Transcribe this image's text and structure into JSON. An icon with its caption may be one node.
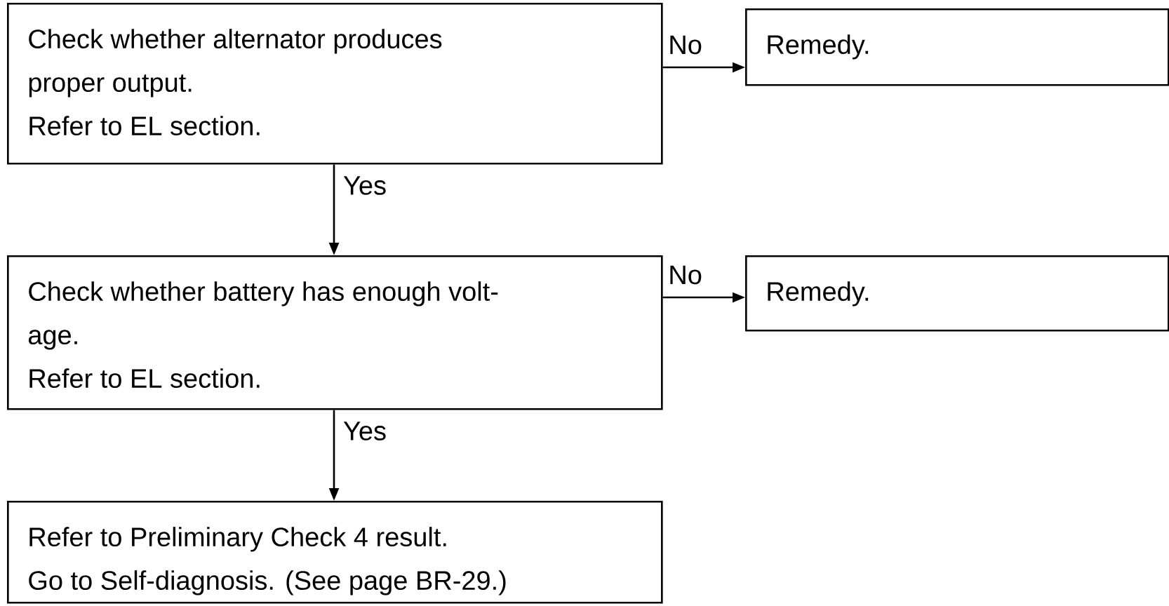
{
  "diagram": {
    "nodes": [
      {
        "text": [
          "Check whether alternator produces proper output.",
          "Refer to EL section."
        ]
      },
      {
        "text": [
          "Remedy."
        ]
      },
      {
        "text": [
          "Check whether battery has enough volt-age.",
          "Refer to EL section."
        ]
      },
      {
        "text": [
          "Remedy."
        ]
      },
      {
        "text": [
          "Refer to Preliminary Check 4 result.",
          "Go to Self-diagnosis. (See page BR-29.)"
        ]
      }
    ],
    "edges": [
      {
        "from": 0,
        "to": 1,
        "arrow": "to",
        "label": "No"
      },
      {
        "from": 0,
        "to": 2,
        "arrow": "to",
        "label": "Yes"
      },
      {
        "from": 2,
        "to": 3,
        "arrow": "to",
        "label": "No"
      },
      {
        "from": 2,
        "to": 4,
        "arrow": "to",
        "label": "Yes"
      }
    ]
  }
}
